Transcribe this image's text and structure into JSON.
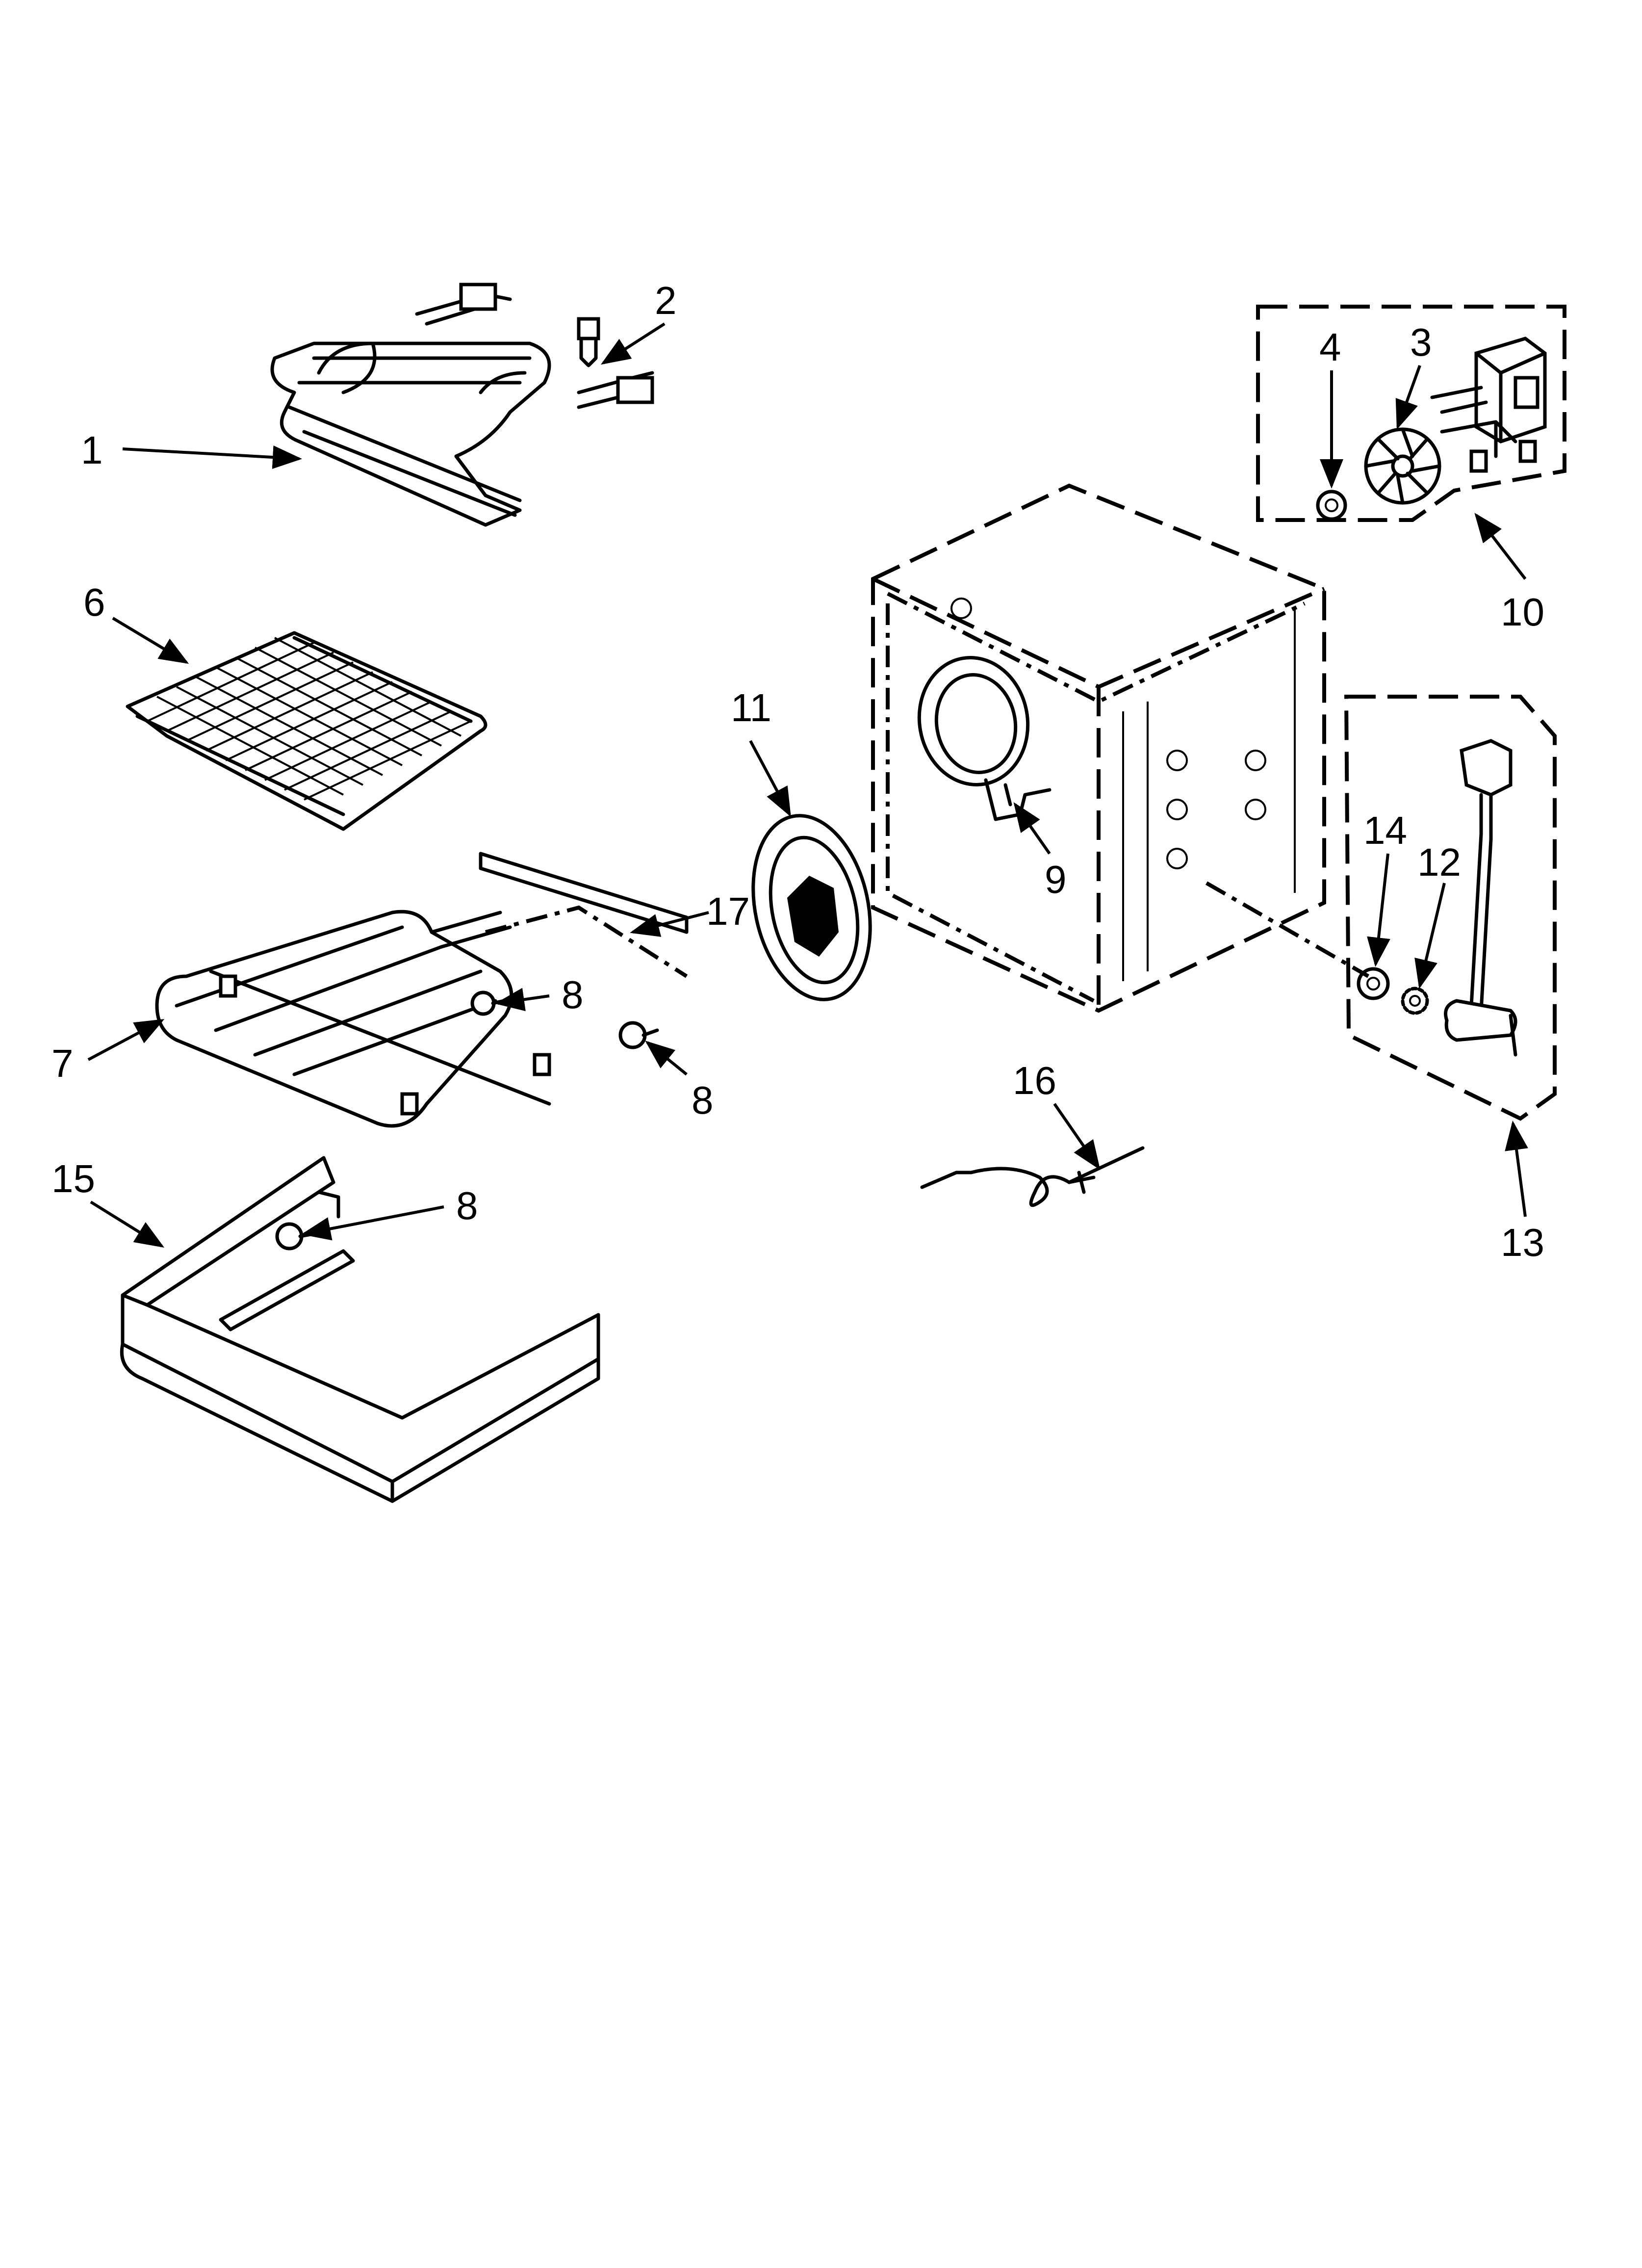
{
  "callouts": {
    "c1": "1",
    "c2": "2",
    "c3": "3",
    "c4": "4",
    "c6": "6",
    "c7": "7",
    "c8a": "8",
    "c8b": "8",
    "c8c": "8",
    "c9": "9",
    "c10": "10",
    "c11": "11",
    "c12": "12",
    "c13": "13",
    "c14": "14",
    "c15": "15",
    "c16": "16",
    "c17": "17"
  }
}
